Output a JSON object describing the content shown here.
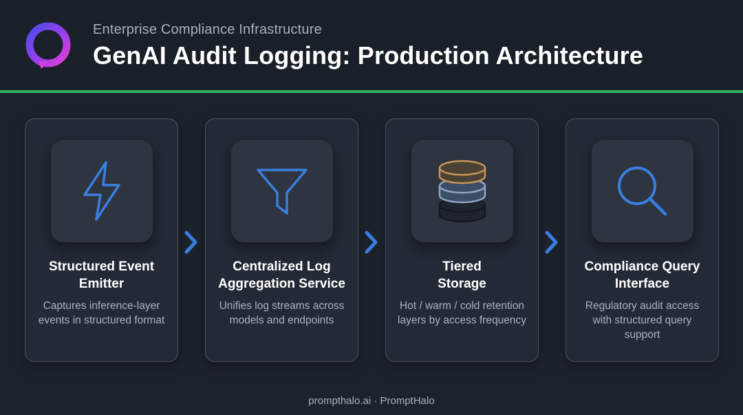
{
  "header": {
    "subtitle": "Enterprise Compliance Infrastructure",
    "title": "GenAI Audit Logging: Production Architecture",
    "logo_icon": "halo-ring-logo-icon"
  },
  "colors": {
    "accent_green": "#2fb35e",
    "icon_blue": "#3a7ee0",
    "arrow_blue": "#3a7ee0",
    "storage_hot": "#c99658",
    "storage_warm": "#8ea6c6",
    "storage_cold": "#2a303a"
  },
  "steps": [
    {
      "icon": "lightning-icon",
      "title": "Structured Event\nEmitter",
      "description": "Captures inference-layer events in structured format"
    },
    {
      "icon": "funnel-icon",
      "title": "Centralized Log\nAggregation Service",
      "description": "Unifies log streams across models and endpoints"
    },
    {
      "icon": "database-stack-icon",
      "title": "Tiered\nStorage",
      "description": "Hot / warm / cold retention layers by access frequency"
    },
    {
      "icon": "magnifier-icon",
      "title": "Compliance Query\nInterface",
      "description": "Regulatory audit access with structured query support"
    }
  ],
  "arrows": [
    "chevron-right-icon",
    "chevron-right-icon",
    "chevron-right-icon"
  ],
  "footer": {
    "text": "prompthalo.ai · PromptHalo"
  }
}
